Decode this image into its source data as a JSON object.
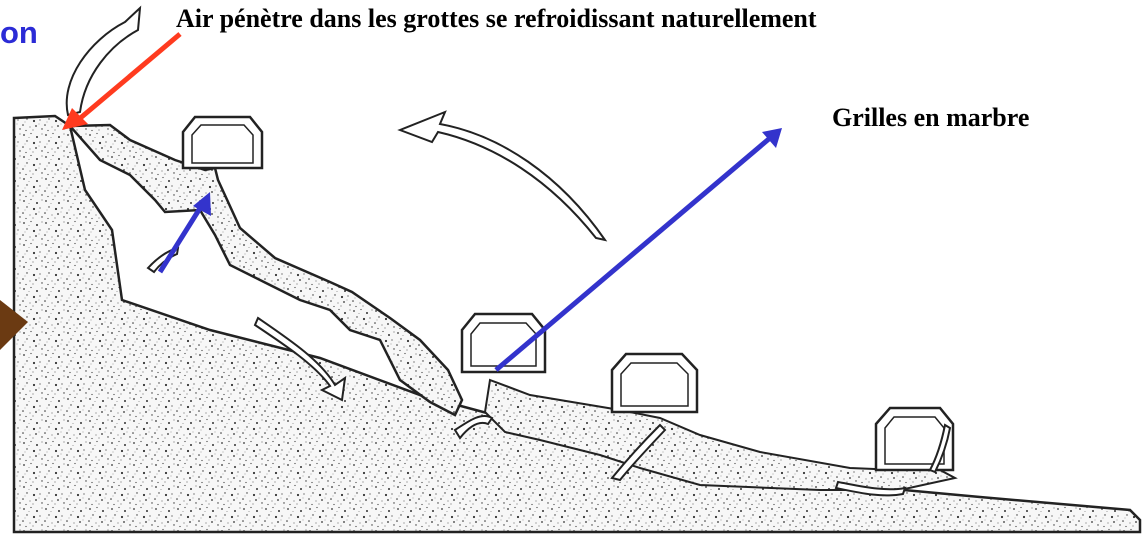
{
  "labels": {
    "air_entry": "Air pénètre dans les grottes se refroidissant naturellement",
    "marble_grilles": "Grilles en marbre",
    "cut_off_title": "on"
  },
  "colors": {
    "air_entry_arrow": "#ff3b1f",
    "blue_arrows": "#3333cc",
    "left_arrow": "#6b3a12",
    "title_text": "#2b2bd6",
    "rock_fill": "#f6f6f6",
    "outline": "#222222"
  },
  "icons": [
    "red-arrow-icon",
    "blue-arrow-icon",
    "brown-arrow-icon",
    "airflow-arrow-icon"
  ]
}
